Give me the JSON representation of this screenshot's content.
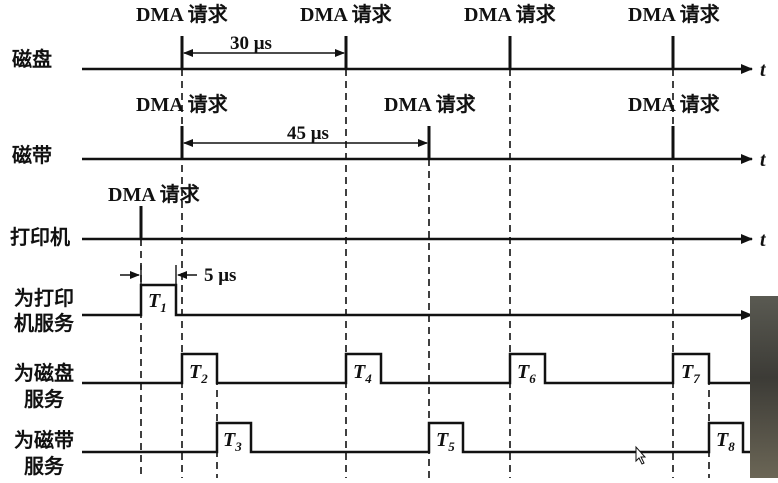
{
  "rows": {
    "disk": "磁盘",
    "tape": "磁带",
    "printer": "打印机",
    "serve_printer": [
      "为打印",
      "机服务"
    ],
    "serve_disk": [
      "为磁盘",
      "服务"
    ],
    "serve_tape": [
      "为磁带",
      "服务"
    ]
  },
  "axis_label": "t",
  "request_label": "DMA 请求",
  "intervals": {
    "disk": "30 μs",
    "tape": "45 μs",
    "printer": "5 μs"
  },
  "service_tasks": [
    {
      "name": "T",
      "sub": "1"
    },
    {
      "name": "T",
      "sub": "2"
    },
    {
      "name": "T",
      "sub": "3"
    },
    {
      "name": "T",
      "sub": "4"
    },
    {
      "name": "T",
      "sub": "5"
    },
    {
      "name": "T",
      "sub": "6"
    },
    {
      "name": "T",
      "sub": "7"
    },
    {
      "name": "T",
      "sub": "8"
    }
  ]
}
